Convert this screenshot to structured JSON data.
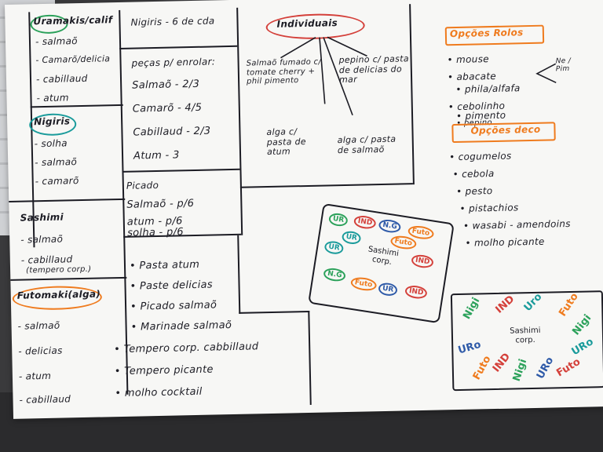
{
  "uramakis": {
    "title": "Uramakis/calif",
    "items": [
      "- salmaõ",
      "- Camarõ/delicia",
      "- cabillaud",
      "- atum"
    ]
  },
  "nigiris_left": {
    "title": "Nigiris",
    "items": [
      "- solha",
      "- salmaõ",
      "- camarõ"
    ]
  },
  "sashimi": {
    "title": "Sashimi",
    "items": [
      "- salmaõ",
      "- cabillaud",
      "(tempero corp.)"
    ]
  },
  "futomaki": {
    "title": "Futomaki(alga)",
    "items": [
      "- salmaõ",
      "- delicias",
      "- atum",
      "- cabillaud"
    ]
  },
  "nigiris_count": {
    "title": "Nigiris - 6 de cda",
    "subtitle": "peças p/ enrolar:",
    "rows": [
      "Salmaõ - 2/3",
      "Camarõ - 4/5",
      "Cabillaud - 2/3",
      "Atum - 3"
    ]
  },
  "picado": {
    "title": "Picado",
    "rows": [
      "Salmaõ - p/6",
      "atum - p/6",
      "solha - p/6"
    ]
  },
  "pastes": {
    "items": [
      "• Pasta atum",
      "• Paste delicias",
      "• Picado salmaõ",
      "• Marinade salmaõ",
      "• Tempero corp. cabbillaud",
      "• Tempero picante",
      "• molho cocktail"
    ]
  },
  "individuais": {
    "title": "Individuais",
    "branches": [
      "Salmaõ fumado c/ tomate cherry + phil pimento",
      "alga c/ pasta de atum",
      "alga c/ pasta de salmaõ",
      "pepino c/ pasta de delicias do mar"
    ]
  },
  "opcoes_rolos": {
    "title": "Opções Rolos",
    "items": [
      "• mouse",
      "• abacate",
      "• phila/alfafa",
      "• cebolinho",
      "• pimento",
      "• pepino"
    ],
    "note": "Ne / Pim"
  },
  "opcoes_deco": {
    "title": "Opções deco",
    "items": [
      "• cogumelos",
      "• cebola",
      "• pesto",
      "• pistachios",
      "• wasabi - amendoins",
      "• molho picante"
    ]
  },
  "tray1": {
    "center": "Sashimi corp.",
    "labels": [
      "UR",
      "IND",
      "N.G",
      "Futo",
      "UR",
      "IND",
      "N.G",
      "Futo",
      "UR",
      "IND",
      "Futo",
      "UR"
    ]
  },
  "tray2": {
    "center": "Sashimi corp.",
    "labels": [
      "Nigi",
      "IND",
      "Uro",
      "Futo",
      "Nigi",
      "URo",
      "URo",
      "Futo",
      "Nigi",
      "IND",
      "Futo",
      "URo"
    ]
  }
}
